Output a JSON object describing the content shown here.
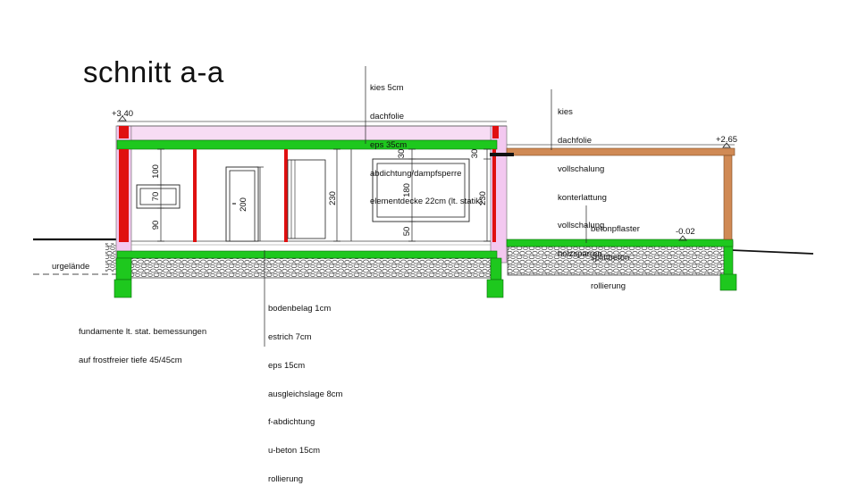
{
  "title": "schnitt a-a",
  "levels": {
    "roof_top": "+3.40",
    "carport_top": "+2.65",
    "carport_floor": "-0.02"
  },
  "roof_layers": [
    "kies 5cm",
    "dachfolie",
    "eps 35cm",
    "abdichtung/dampfsperre",
    "elementdecke 22cm (lt. statik)"
  ],
  "carport_roof_layers": [
    "kies",
    "dachfolie",
    "vollschalung",
    "konterlattung",
    "vollschalung",
    "holzsparren"
  ],
  "carport_floor_layers": [
    "betonpflaster",
    "splittbeton",
    "rollierung"
  ],
  "floor_layers": [
    "bodenbelag 1cm",
    "estrich 7cm",
    "eps 15cm",
    "ausgleichslage 8cm",
    "f-abdichtung",
    "u-beton 15cm",
    "rollierung"
  ],
  "foundation_note": [
    "fundamente lt. stat. bemessungen",
    "auf frostfreier tiefe 45/45cm"
  ],
  "terrain_label": "urgelände",
  "dimensions": {
    "left_window_top": "100",
    "left_window_height": "70",
    "left_window_sill": "90",
    "door_height": "200",
    "room_height_1": "230",
    "window_head": "30",
    "window_height": "180",
    "window_sill": "50",
    "room_height_2": "230",
    "window_head_2": "30"
  },
  "colors": {
    "slab": "#1ec81e",
    "column": "#e01010",
    "wood": "#d08a55",
    "wall_tint": "#f3c8f0",
    "gravel": "#777777"
  }
}
